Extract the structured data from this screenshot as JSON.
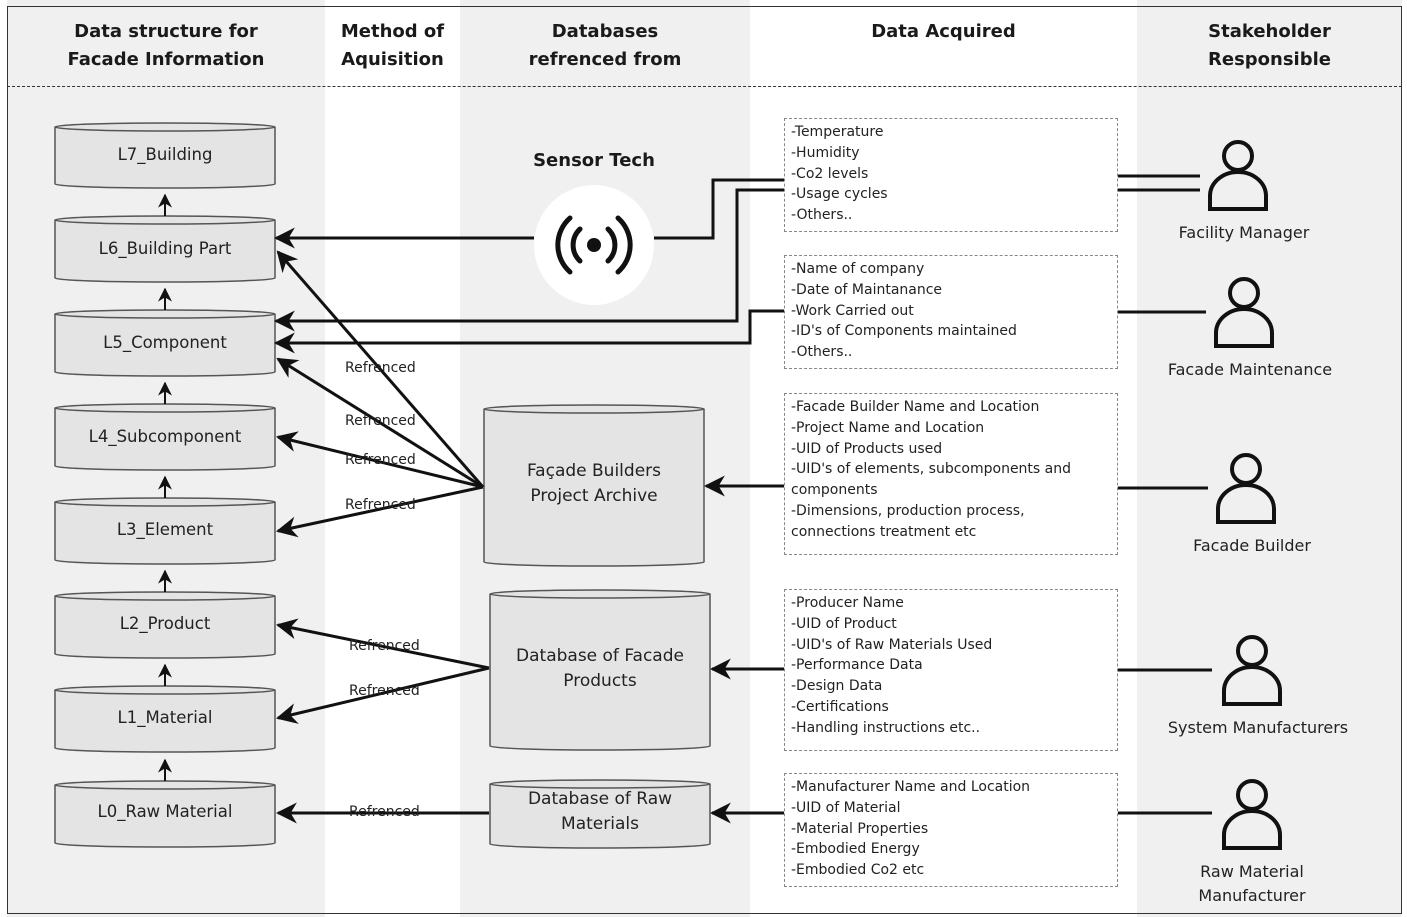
{
  "headers": {
    "structure": "Data structure for\nFacade Information",
    "method": "Method of\nAquisition",
    "databases": "Databases\nrefrenced from",
    "acquired": "Data Acquired",
    "stakeholder": "Stakeholder\nResponsible"
  },
  "levels": [
    {
      "label": "L7_Building"
    },
    {
      "label": "L6_Building Part"
    },
    {
      "label": "L5_Component"
    },
    {
      "label": "L4_Subcomponent"
    },
    {
      "label": "L3_Element"
    },
    {
      "label": "L2_Product"
    },
    {
      "label": "L1_Material"
    },
    {
      "label": "L0_Raw Material"
    }
  ],
  "sensor": {
    "title": "Sensor Tech",
    "icon": "sensor-broadcast-icon"
  },
  "databases": [
    {
      "label": "Façade Builders\nProject Archive"
    },
    {
      "label": "Database of Facade\nProducts"
    },
    {
      "label": "Database of Raw\nMaterials"
    }
  ],
  "referenced_label": "Refrenced",
  "referenced_labels": [
    "Refrenced",
    "Refrenced",
    "Refrenced",
    "Refrenced",
    "Refrenced",
    "Refrenced",
    "Refrenced"
  ],
  "data_boxes": [
    {
      "items": [
        "-Temperature",
        "-Humidity",
        "-Co2 levels",
        "-Usage cycles",
        "-Others.."
      ]
    },
    {
      "items": [
        "-Name of company",
        "-Date of Maintanance",
        "-Work Carried out",
        "-ID's of Components maintained",
        "-Others.."
      ]
    },
    {
      "items": [
        "-Facade Builder Name and Location",
        "-Project Name and Location",
        "-UID of Products used",
        "-UID's of elements, subcomponents and\ncomponents",
        "-Dimensions, production process,\nconnections treatment etc"
      ]
    },
    {
      "items": [
        "-Producer Name",
        "-UID of Product",
        "-UID's of Raw Materials Used",
        "-Performance Data",
        "-Design Data",
        "-Certifications",
        "-Handling instructions etc.."
      ]
    },
    {
      "items": [
        "-Manufacturer Name and Location",
        "-UID of Material",
        "-Material Properties",
        "-Embodied Energy",
        "-Embodied Co2 etc"
      ]
    }
  ],
  "stakeholders": [
    {
      "label": "Facility Manager",
      "icon": "person-icon"
    },
    {
      "label": "Facade Maintenance",
      "icon": "person-icon"
    },
    {
      "label": "Facade Builder",
      "icon": "person-icon"
    },
    {
      "label": "System Manufacturers",
      "icon": "person-icon"
    },
    {
      "label": "Raw Material\nManufacturer",
      "icon": "person-icon"
    }
  ]
}
